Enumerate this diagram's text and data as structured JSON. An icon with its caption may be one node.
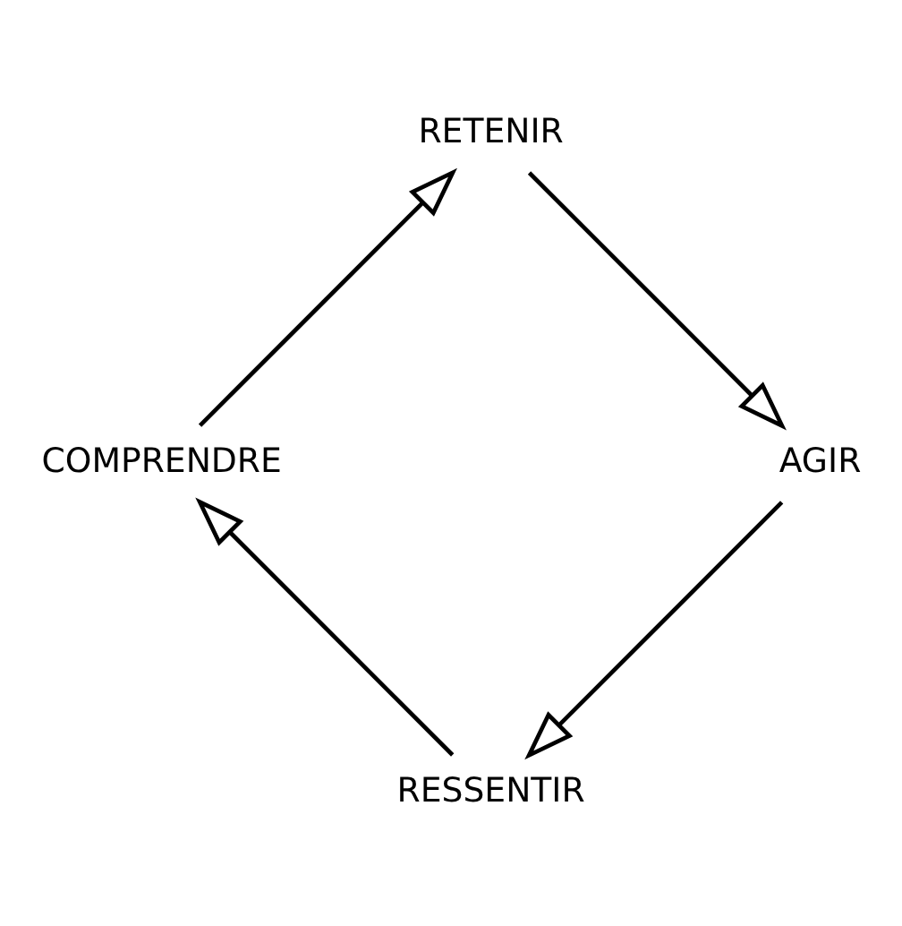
{
  "diagram": {
    "nodes": [
      {
        "text": [
          "RESSENTIR"
        ]
      },
      {
        "text": [
          "COMPRENDRE"
        ]
      },
      {
        "text": [
          "RETENIR"
        ]
      },
      {
        "text": [
          "AGIR"
        ]
      }
    ],
    "edges": [
      {
        "from": 0,
        "to": 1,
        "arrow": "to"
      },
      {
        "from": 1,
        "to": 2,
        "arrow": "to"
      },
      {
        "from": 2,
        "to": 3,
        "arrow": "to"
      },
      {
        "from": 3,
        "to": 0,
        "arrow": "to"
      }
    ]
  }
}
